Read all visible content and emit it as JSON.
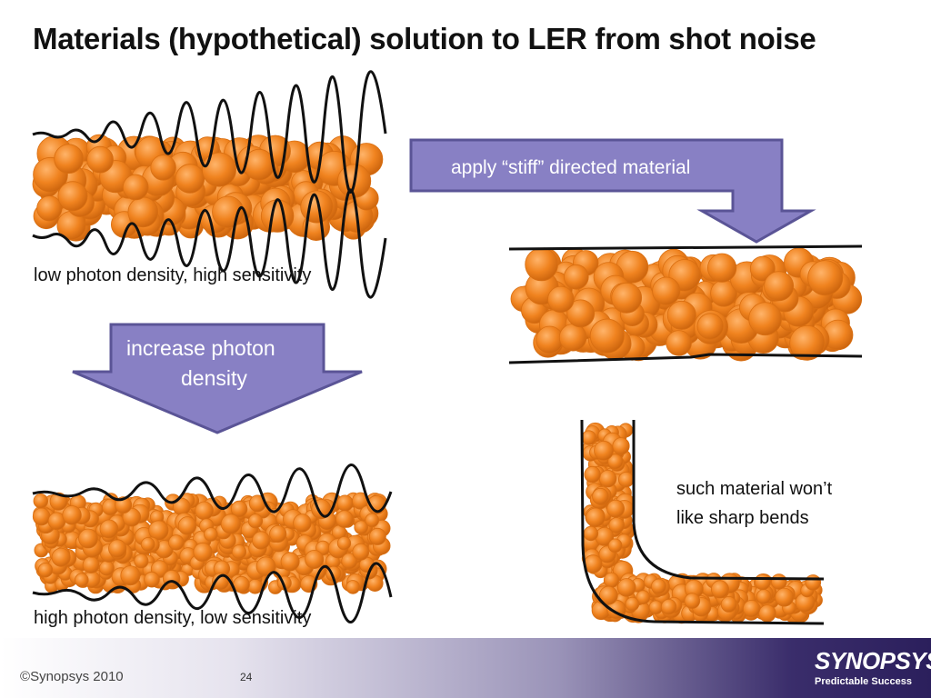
{
  "slide": {
    "title": "Materials (hypothetical) solution to LER from shot noise",
    "page_number": "24"
  },
  "labels": {
    "low_density": "low photon density, high sensitivity",
    "high_density": "high photon density, low sensitivity",
    "bends_line1": "such material won’t",
    "bends_line2": "like sharp bends"
  },
  "arrows": {
    "apply_stiff": "apply “stiff” directed material",
    "increase_line1": "increase photon",
    "increase_line2": "density"
  },
  "footer": {
    "copyright": "Synopsys 2010",
    "copyright_symbol": "©",
    "brand": "SYNOPSYS",
    "brand_mark": "®",
    "tagline": "Predictable Success"
  },
  "colors": {
    "arrow_fill": "#8880c4",
    "arrow_border": "#5a5496",
    "particle": "#f0831f",
    "particle_shade": "#c9620c",
    "footer_dark": "#2b1f5c"
  }
}
